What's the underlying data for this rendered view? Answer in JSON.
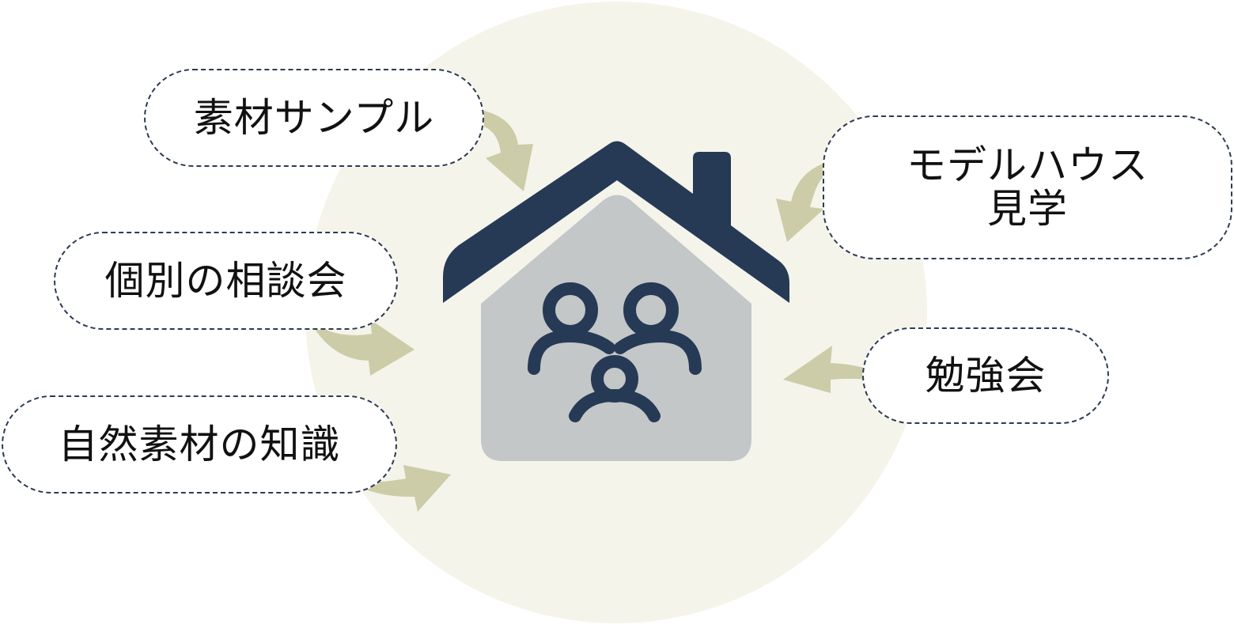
{
  "colors": {
    "background_circle": "#f4f4ea",
    "roof": "#263a56",
    "house_body": "#c4c7c8",
    "people_icon": "#263a56",
    "arrow": "#cccca8",
    "bubble_border": "#2d3a52"
  },
  "center": {
    "icon": "house-with-family-icon"
  },
  "bubbles": {
    "samples": {
      "label": "素材サンプル"
    },
    "consultation": {
      "label": "個別の相談会"
    },
    "knowledge": {
      "label": "自然素材の知識"
    },
    "model_house": {
      "line1": "モデルハウス",
      "line2": "見学"
    },
    "study": {
      "label": "勉強会"
    }
  }
}
